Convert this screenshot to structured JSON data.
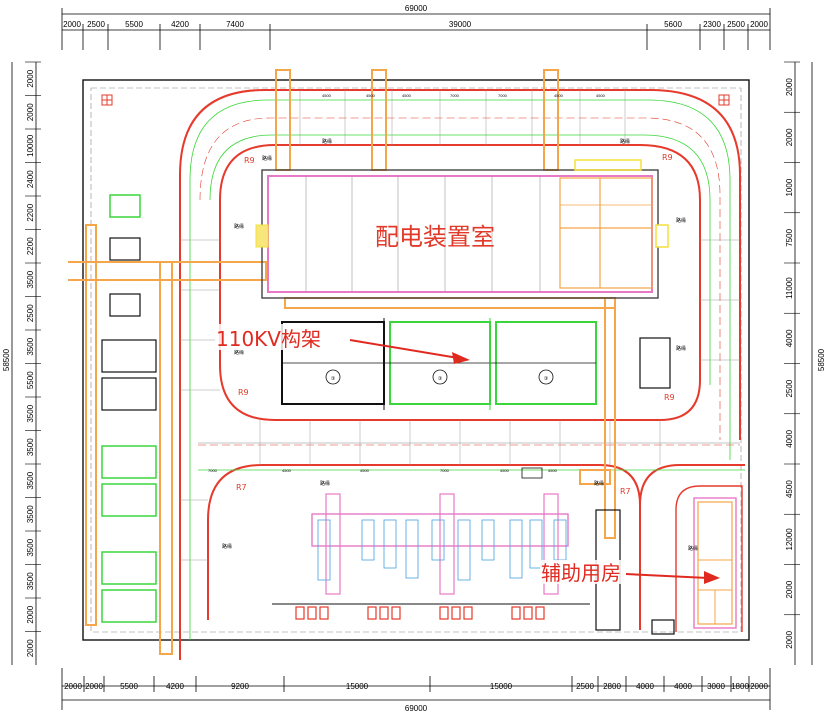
{
  "dimensions": {
    "top_total": "69000",
    "top_segments": [
      "2000",
      "2500",
      "5500",
      "4200",
      "7400",
      "39000",
      "5600",
      "2300",
      "2500",
      "2000"
    ],
    "bottom_total": "69000",
    "bottom_segments": [
      "2000",
      "2000",
      "5500",
      "4200",
      "9200",
      "15000",
      "15000",
      "2500",
      "2800",
      "4000",
      "4000",
      "3000",
      "1800",
      "2000"
    ],
    "left_total": "58500",
    "left_segments": [
      "2000",
      "2000",
      "10000",
      "2400",
      "2200",
      "2200",
      "3500",
      "2500",
      "3500",
      "5500",
      "3500",
      "3500",
      "3500",
      "3500",
      "3500",
      "3500",
      "2000",
      "2000"
    ],
    "right_total": "58500",
    "right_segments": [
      "2000",
      "2000",
      "1000",
      "7500",
      "11000",
      "4000",
      "2500",
      "4000",
      "4500",
      "12000",
      "2000",
      "2000"
    ]
  },
  "labels": {
    "main_building": "配电装置室",
    "framework_callout": "110KV构架",
    "aux_callout": "辅助用房",
    "radius_labels": [
      "R9",
      "R9",
      "R9",
      "R9",
      "R7",
      "R7"
    ],
    "road_label": "路缘",
    "bay_numbers": [
      "③",
      "③",
      "③"
    ],
    "road_widths": [
      "4500",
      "4500",
      "4500",
      "7000",
      "7000",
      "4500",
      "4500",
      "7000",
      "4500",
      "4500",
      "7000",
      "4500",
      "4500"
    ]
  },
  "colors": {
    "road_red": "#e53a2c",
    "building_pink": "#e879c6",
    "cable_orange": "#f5a54a",
    "framework_green": "#3bd63b",
    "fence_black": "#111111",
    "callout_red": "#e02a20"
  }
}
